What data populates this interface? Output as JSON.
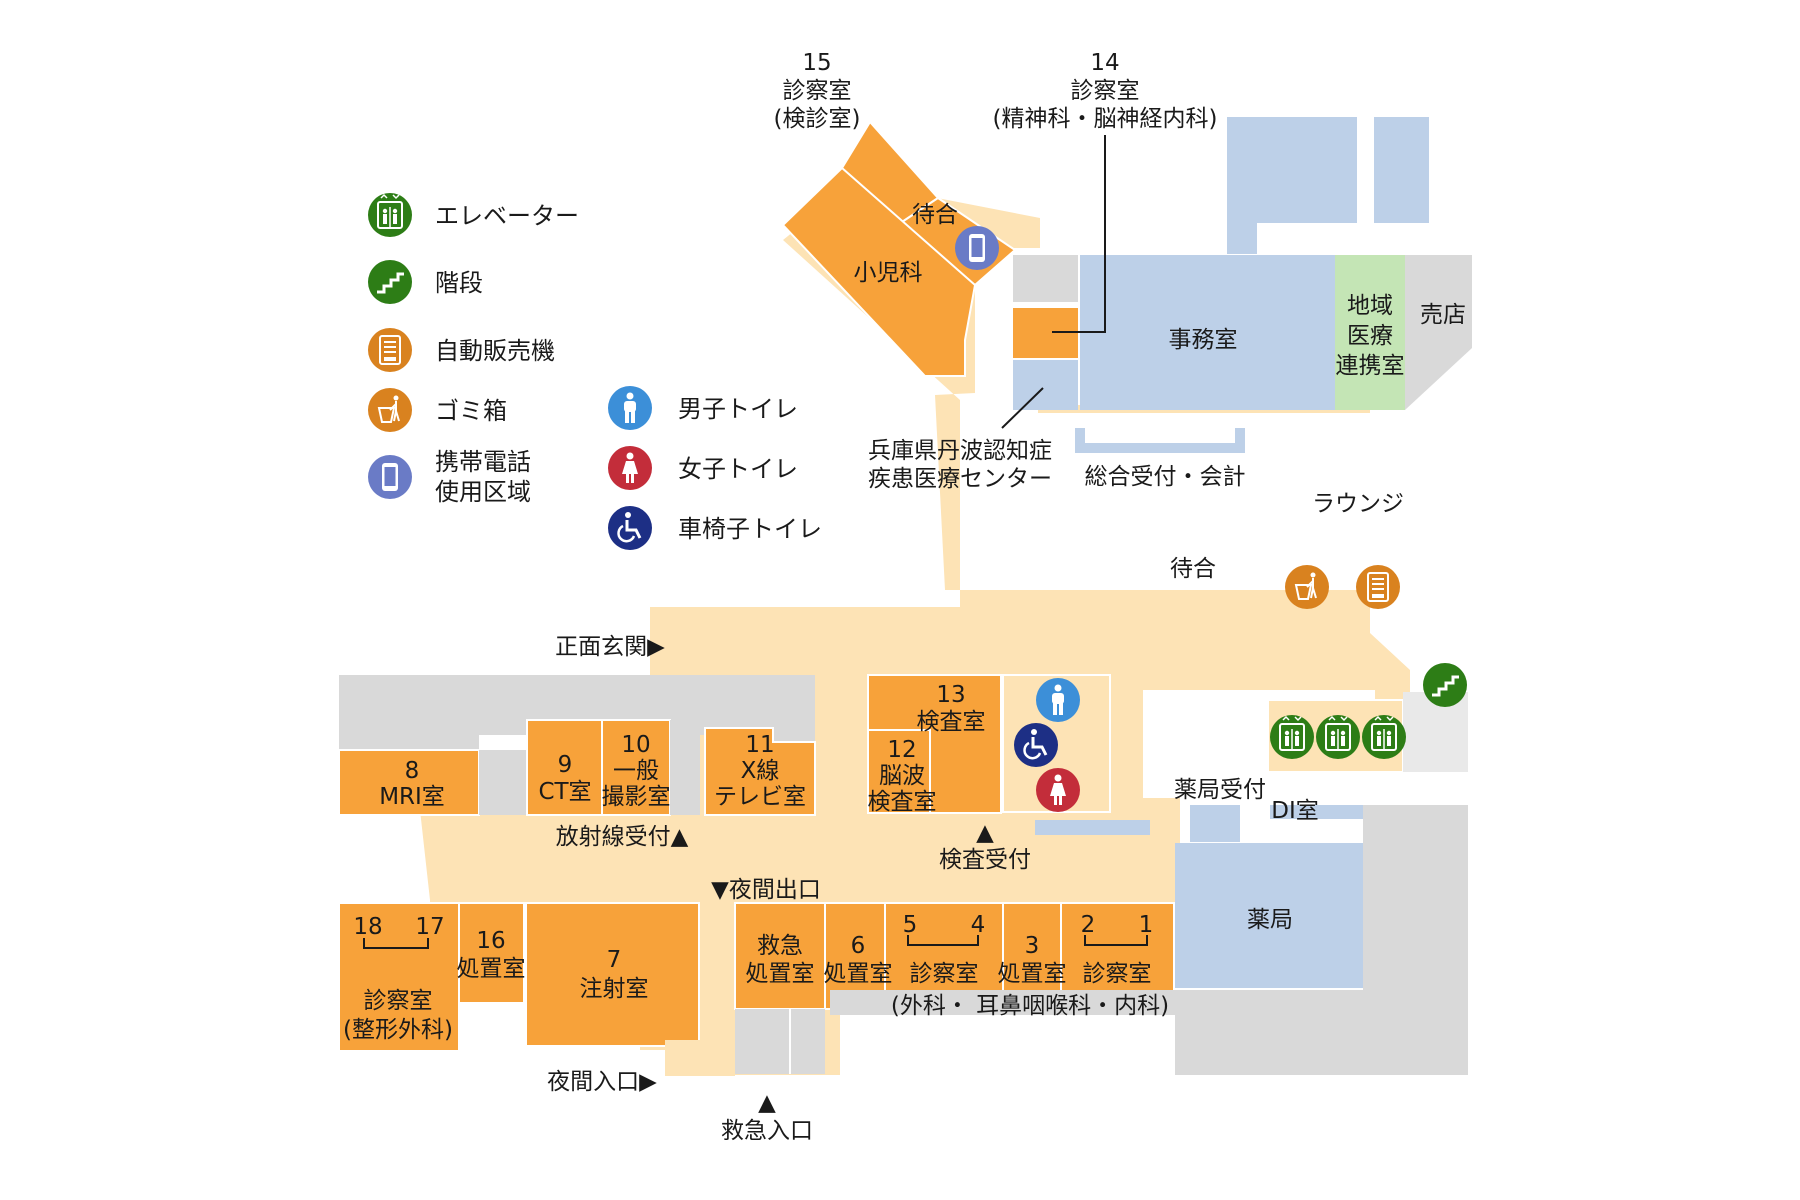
{
  "colors": {
    "clinic": "#f7a23a",
    "corridor": "#fde3b5",
    "office": "#bdd0e8",
    "community": "#c4e5b5",
    "service": "#d9d9d9",
    "icon_green": "#2d7d16",
    "icon_orange": "#d9821f",
    "icon_purple": "#6a7bc6",
    "icon_blue": "#3c8fd8",
    "icon_red": "#c32d3a",
    "icon_navy": "#1d2f85"
  },
  "legend": {
    "elevator": "エレベーター",
    "stairs": "階段",
    "vending": "自動販売機",
    "trash": "ゴミ箱",
    "phone_1": "携帯電話",
    "phone_2": "使用区域",
    "male": "男子トイレ",
    "female": "女子トイレ",
    "wheelchair": "車椅子トイレ"
  },
  "rooms": {
    "r15": {
      "num": "15",
      "name": "診察室",
      "sub": "(検診室)"
    },
    "r14": {
      "num": "14",
      "name": "診察室",
      "sub": "(精神科・脳神経内科)"
    },
    "waiting_small": "待合",
    "pediatrics": "小児科",
    "office": "事務室",
    "community_1": "地域",
    "community_2": "医療",
    "community_3": "連携室",
    "shop": "売店",
    "dementia_1": "兵庫県丹波認知症",
    "dementia_2": "疾患医療センター",
    "reception": "総合受付・会計",
    "lounge": "ラウンジ",
    "waiting_main": "待合",
    "front_entrance": "正面玄関▶",
    "r13": {
      "num": "13",
      "name": "検査室"
    },
    "r12": {
      "num": "12",
      "name_1": "脳波",
      "name_2": "検査室"
    },
    "exam_reception": "▲",
    "exam_reception_label": "検査受付",
    "r8": {
      "num": "8",
      "name": "MRI室"
    },
    "r9": {
      "num": "9",
      "name": "CT室"
    },
    "r10": {
      "num": "10",
      "name_1": "一般",
      "name_2": "撮影室"
    },
    "r11": {
      "num": "11",
      "name_1": "X線",
      "name_2": "テレビ室"
    },
    "radiology_reception": "放射線受付▲",
    "pharmacy_reception": "薬局受付",
    "di_room": "DI室",
    "pharmacy": "薬局",
    "night_exit": "▼夜間出口",
    "r18": "18",
    "r17": "17",
    "ortho_1": "診察室",
    "ortho_2": "(整形外科)",
    "r16": {
      "num": "16",
      "name": "処置室"
    },
    "r7": {
      "num": "7",
      "name": "注射室"
    },
    "emergency_treat_1": "救急",
    "emergency_treat_2": "処置室",
    "r6": {
      "num": "6",
      "name": "処置室"
    },
    "r5": "5",
    "r4": "4",
    "r54_name": "診察室",
    "r3": {
      "num": "3",
      "name": "処置室"
    },
    "r2": "2",
    "r1": "1",
    "r21_name": "診察室",
    "dept_note": "(外科・ 耳鼻咽喉科・内科)",
    "night_entrance": "夜間入口▶",
    "emergency_entrance_arrow": "▲",
    "emergency_entrance": "救急入口"
  }
}
